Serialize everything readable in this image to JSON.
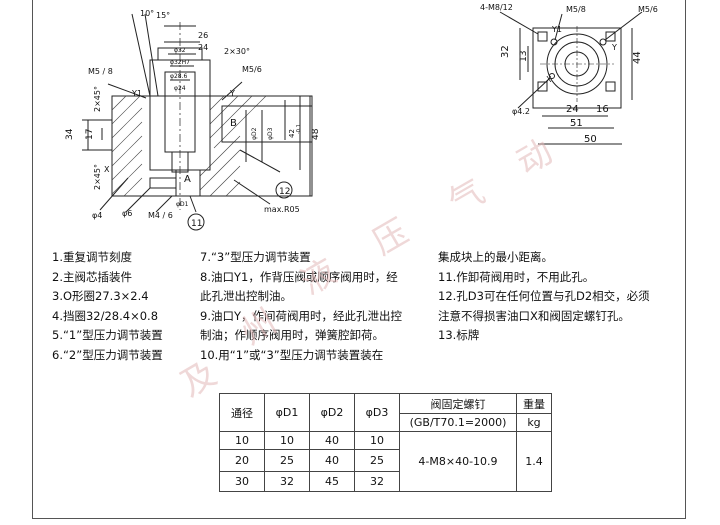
{
  "drawing": {
    "left_labels": {
      "angle_10": "10°",
      "angle_15": "15°",
      "dim_26": "26",
      "dim_24": "24",
      "chamfer_2x30": "2×30°",
      "phi32": "φ32",
      "phi32h7": "φ32H7",
      "phi28_6": "φ28.6",
      "phi24": "φ24",
      "thread_m5_8": "M5 / 8",
      "thread_m5_6": "M5/6",
      "chamfer_2x45_top": "2×45°",
      "chamfer_2x45_bot": "2×45°",
      "y1": "Y1",
      "y": "Y",
      "b": "B",
      "a": "A",
      "dim_34": "34",
      "dim_17": "17",
      "dim_48": "48",
      "phi_d2": "φD2",
      "phi_d3": "φD3",
      "dim_42": "42",
      "dim_02": "-0.1",
      "x": "X",
      "phi4": "φ4",
      "phi6": "φ6",
      "phi_d1": "φD1",
      "m4_6": "M4 / 6",
      "max_r05": "max.R05",
      "circle_11": "11",
      "circle_12": "12"
    },
    "right_labels": {
      "thread_4m8_12": "4-M8/12",
      "m5_8": "M5/8",
      "m5_6": "M5/6",
      "y1": "Y1",
      "y": "Y",
      "x": "X",
      "dim_32": "32",
      "dim_13": "13",
      "dim_44": "44",
      "phi4_2": "φ4.2",
      "dim_24": "24",
      "dim_16": "16",
      "dim_51": "51",
      "dim_50": "50"
    }
  },
  "notes": {
    "col1": [
      "1.重复调节刻度",
      "2.主阀芯插装件",
      "3.O形圈27.3×2.4",
      "4.挡圈32/28.4×0.8",
      "5.“1”型压力调节装置",
      "6.“2”型压力调节装置"
    ],
    "col2": [
      "7.“3”型压力调节装置",
      "8.油口Y1，作背压阀或顺序阀用时，经",
      "  此孔泄出控制油。",
      "9.油口Y，作间荷阀用时，经此孔泄出控",
      "  制油；作顺序阀用时，弹簧腔卸荷。",
      "10.用“1”或“3”型压力调节装置装在"
    ],
    "col3": [
      "   集成块上的最小距离。",
      "11.作卸荷阀用时，不用此孔。",
      "12.孔D3可在任何位置与孔D2相交，必须",
      "   注意不得损害油口X和阀固定螺钉孔。",
      "13.标牌"
    ]
  },
  "table": {
    "headers": [
      "通径",
      "φD1",
      "φD2",
      "φD3",
      "阀固定螺钉",
      "重量"
    ],
    "subheaders": [
      "(GB/T70.1=2000)",
      "kg"
    ],
    "rows": [
      [
        "10",
        "10",
        "40",
        "10"
      ],
      [
        "20",
        "25",
        "40",
        "25"
      ],
      [
        "30",
        "32",
        "45",
        "32"
      ]
    ],
    "screw": "4-M8×40-10.9",
    "weight": "1.4"
  },
  "watermark": [
    "及",
    "州",
    "液",
    "压",
    "气",
    "动"
  ]
}
